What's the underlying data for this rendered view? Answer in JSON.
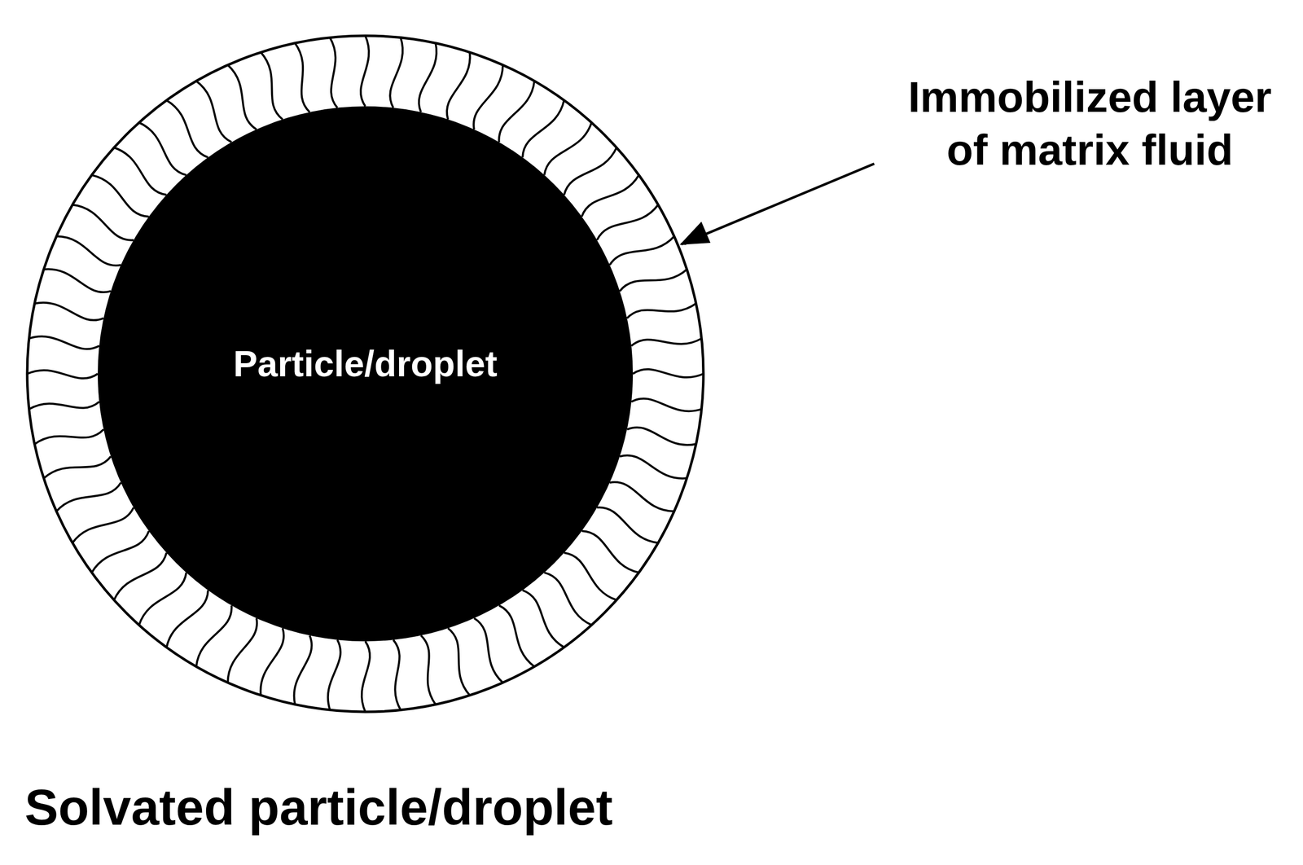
{
  "diagram": {
    "caption": "Solvated particle/droplet",
    "nodes": [
      {
        "text": [
          "Particle/droplet"
        ]
      }
    ],
    "labels": [
      "Immobilized layer of matrix fluid"
    ]
  }
}
